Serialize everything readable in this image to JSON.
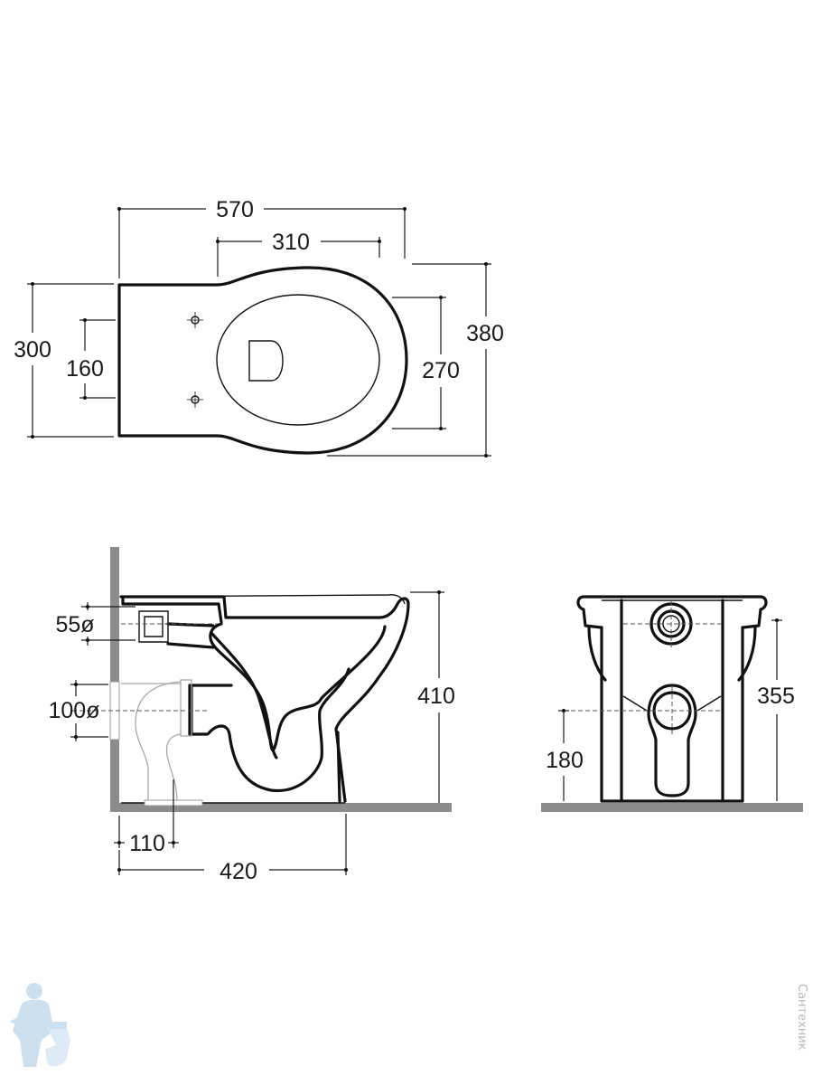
{
  "top_view": {
    "overall_length": "570",
    "bowl_length": "310",
    "width": "300",
    "fixing_spacing": "160",
    "bowl_width": "270",
    "overall_width": "380"
  },
  "side_view": {
    "inlet_diameter": "55ø",
    "outlet_diameter": "100ø",
    "height": "410",
    "outlet_offset": "110",
    "depth": "420"
  },
  "front_view": {
    "height": "355",
    "outlet_height": "180"
  },
  "watermark": {
    "text": "Сантехник",
    "logo": "plumber-mascot-logo",
    "color": "#bcd6ec"
  }
}
